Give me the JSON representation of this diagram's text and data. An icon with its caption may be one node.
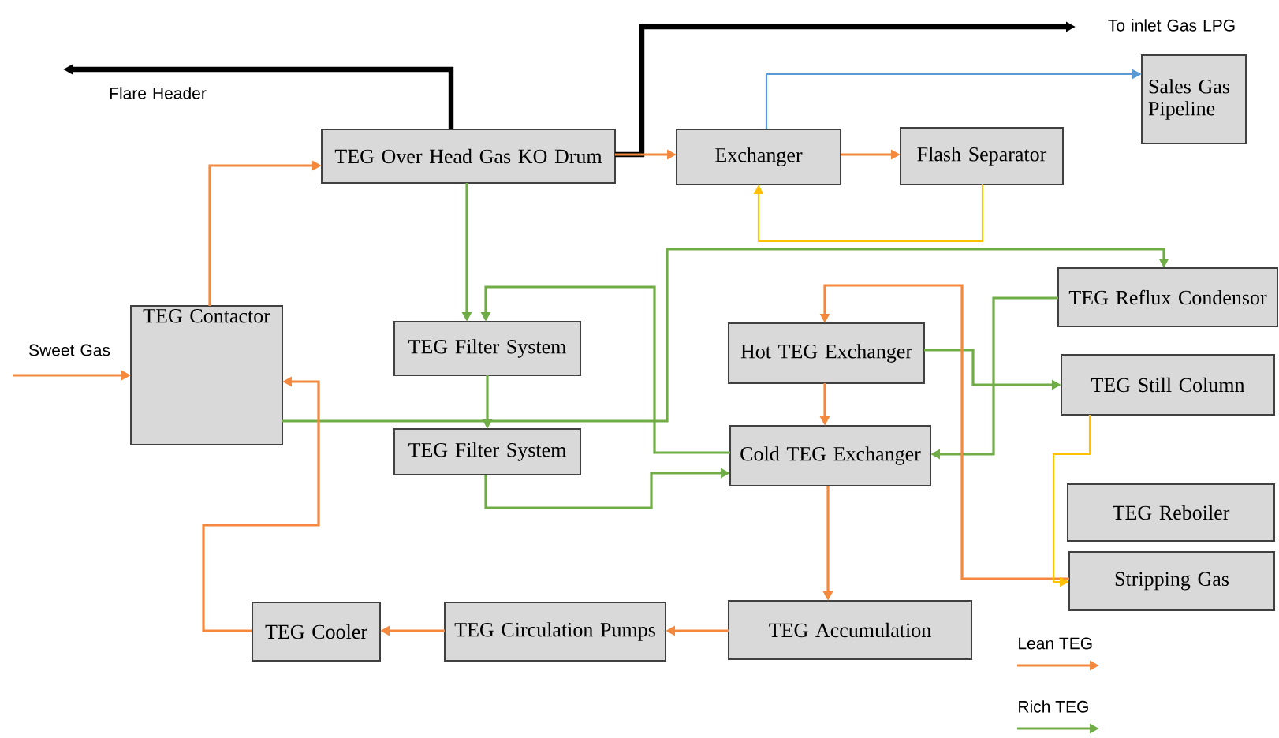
{
  "diagram": {
    "nodes": [
      {
        "text": [
          "TEG Over Head Gas KO Drum"
        ]
      },
      {
        "text": [
          "Exchanger"
        ]
      },
      {
        "text": [
          "Flash Separator"
        ]
      },
      {
        "text": [
          "Sales Gas Pipeline"
        ]
      },
      {
        "text": [
          "TEG Contactor"
        ]
      },
      {
        "text": [
          "TEG Filter System"
        ]
      },
      {
        "text": [
          "Hot TEG Exchanger"
        ]
      },
      {
        "text": [
          "TEG Reflux Condensor"
        ]
      },
      {
        "text": [
          "TEG Still Column"
        ]
      },
      {
        "text": [
          "TEG Filter System"
        ]
      },
      {
        "text": [
          "Cold TEG Exchanger"
        ]
      },
      {
        "text": [
          "TEG Reboiler"
        ]
      },
      {
        "text": [
          "Stripping Gas"
        ]
      },
      {
        "text": [
          "TEG Accumulation"
        ]
      },
      {
        "text": [
          "TEG Circulation Pumps"
        ]
      },
      {
        "text": [
          "TEG Cooler"
        ]
      },
      {
        "text": [
          "Flare Header"
        ]
      },
      {
        "text": [
          "To inlet Gas LPG"
        ]
      },
      {
        "text": [
          "Sweet Gas"
        ]
      }
    ],
    "edges": [
      {
        "from": 18,
        "to": 4,
        "arrow": "to"
      },
      {
        "from": 4,
        "to": 0,
        "arrow": "to"
      },
      {
        "from": 0,
        "to": 16,
        "arrow": "to",
        "style": "thick",
        "color": "#000000"
      },
      {
        "from": 0,
        "to": 17,
        "arrow": "to",
        "style": "thick",
        "color": "#000000"
      },
      {
        "from": 0,
        "to": 1,
        "arrow": "to"
      },
      {
        "from": 1,
        "to": 2,
        "arrow": "to"
      },
      {
        "from": 1,
        "to": 3,
        "arrow": "to",
        "color": "#5b9bd5"
      },
      {
        "from": 2,
        "to": 1,
        "arrow": "to",
        "color": "#ffc000"
      },
      {
        "from": 0,
        "to": 5,
        "arrow": "to",
        "color": "#70ad47"
      },
      {
        "from": 4,
        "to": 7,
        "arrow": "to",
        "color": "#70ad47"
      },
      {
        "from": 5,
        "to": 9,
        "arrow": "to",
        "color": "#70ad47"
      },
      {
        "from": 9,
        "to": 10,
        "arrow": "to",
        "color": "#70ad47"
      },
      {
        "from": 10,
        "to": 5,
        "arrow": "to",
        "color": "#70ad47"
      },
      {
        "from": 7,
        "to": 10,
        "arrow": "to",
        "color": "#70ad47"
      },
      {
        "from": 6,
        "to": 8,
        "arrow": "to",
        "color": "#70ad47"
      },
      {
        "from": 12,
        "to": 6,
        "arrow": "to"
      },
      {
        "from": 8,
        "to": 12,
        "arrow": "to",
        "color": "#ffc000"
      },
      {
        "from": 6,
        "to": 10,
        "arrow": "to"
      },
      {
        "from": 10,
        "to": 13,
        "arrow": "to"
      },
      {
        "from": 13,
        "to": 14,
        "arrow": "to"
      },
      {
        "from": 14,
        "to": 15,
        "arrow": "to"
      },
      {
        "from": 15,
        "to": 4,
        "arrow": "to"
      }
    ],
    "legend": [
      {
        "text": "Lean TEG"
      },
      {
        "text": "Rich TEG"
      }
    ]
  }
}
